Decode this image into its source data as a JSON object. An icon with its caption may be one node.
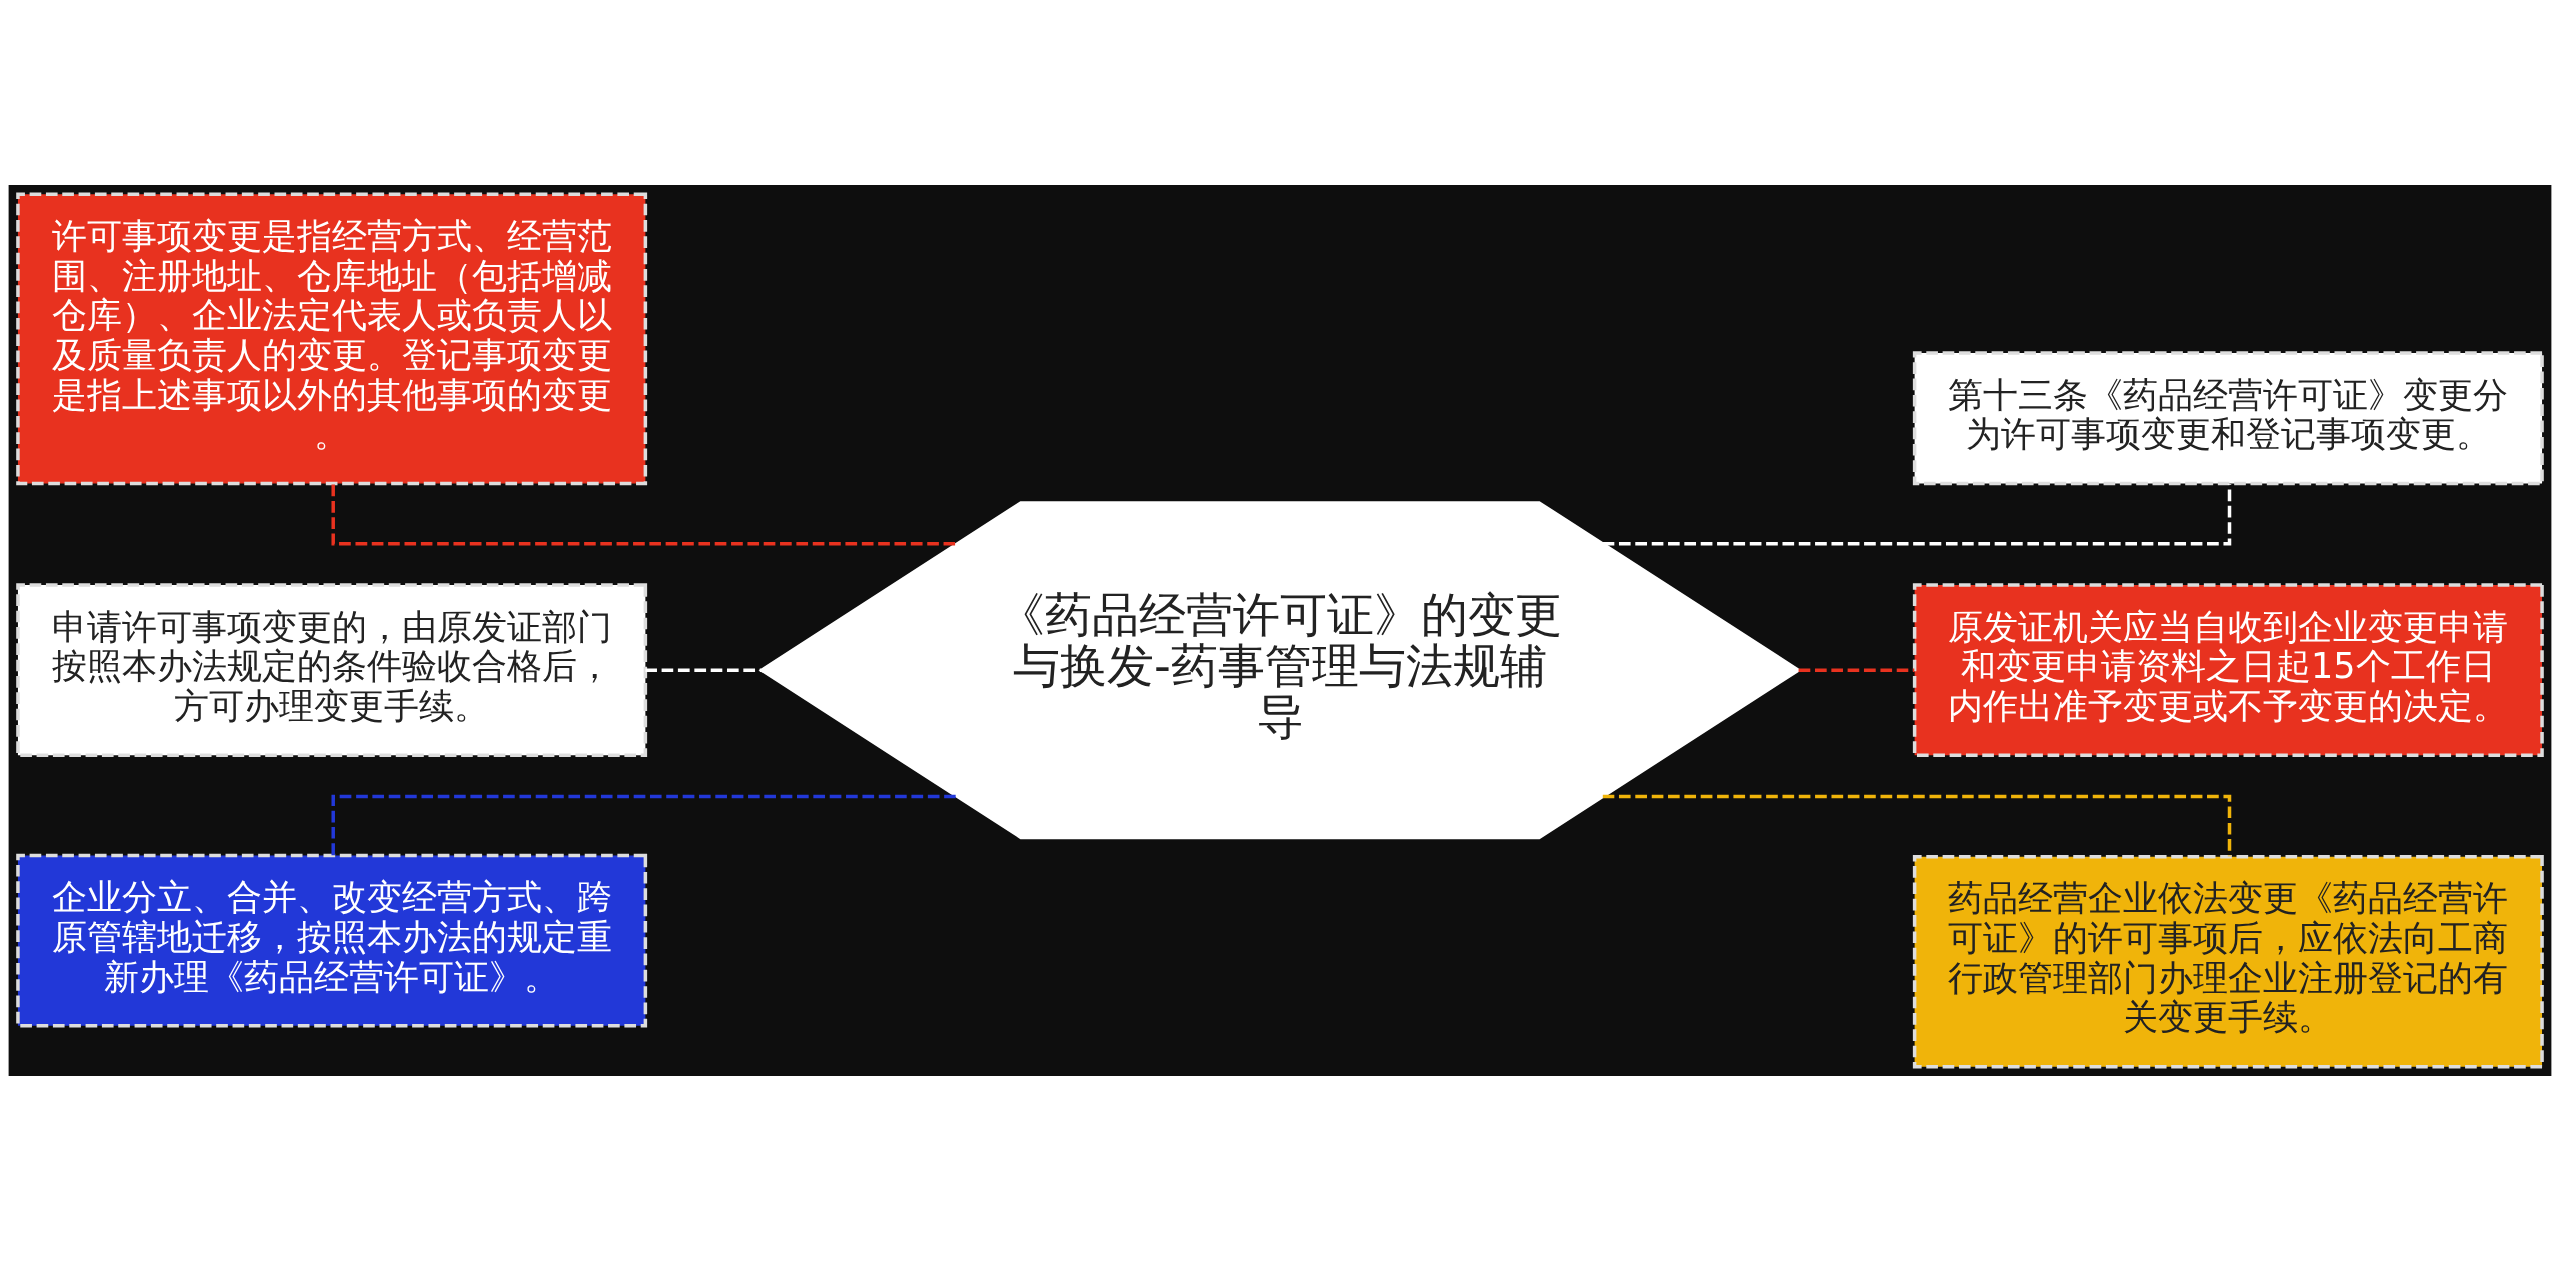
{
  "diagram": {
    "nodes": [
      {
        "text": [
          "《药品经营许可证》的变更与换发-药事管理与法规辅导"
        ]
      },
      {
        "text": [
          "许可事项变更是指经营方式、经营范围、注册地址、仓库地址（包括增减仓库）、企业法定代表人或负责人以及质量负责人的变更。登记事项变更是指上述事项以外的其他事项的变更。"
        ]
      },
      {
        "text": [
          "申请许可事项变更的，由原发证部门按照本办法规定的条件验收合格后，方可办理变更手续。"
        ]
      },
      {
        "text": [
          "企业分立、合并、改变经营方式、跨原管辖地迁移，按照本办法的规定重新办理《药品经营许可证》。"
        ]
      },
      {
        "text": [
          "第十三条《药品经营许可证》变更分为许可事项变更和登记事项变更。"
        ]
      },
      {
        "text": [
          "原发证机关应当自收到企业变更申请和变更申请资料之日起15个工作日内作出准予变更或不予变更的决定。"
        ]
      },
      {
        "text": [
          "药品经营企业依法变更《药品经营许可证》的许可事项后，应依法向工商行政管理部门办理企业注册登记的有关变更手续。"
        ]
      }
    ],
    "edges": [
      {
        "from": 0,
        "to": 1,
        "arrow": "none",
        "style": "dashed",
        "color": "#e8321f"
      },
      {
        "from": 0,
        "to": 2,
        "arrow": "none",
        "style": "dashed",
        "color": "#ffffff"
      },
      {
        "from": 0,
        "to": 3,
        "arrow": "none",
        "style": "dashed",
        "color": "#2238d8"
      },
      {
        "from": 0,
        "to": 4,
        "arrow": "none",
        "style": "dashed",
        "color": "#ffffff"
      },
      {
        "from": 0,
        "to": 5,
        "arrow": "none",
        "style": "dashed",
        "color": "#e8321f"
      },
      {
        "from": 0,
        "to": 6,
        "arrow": "none",
        "style": "dashed",
        "color": "#f0b40a"
      }
    ]
  }
}
